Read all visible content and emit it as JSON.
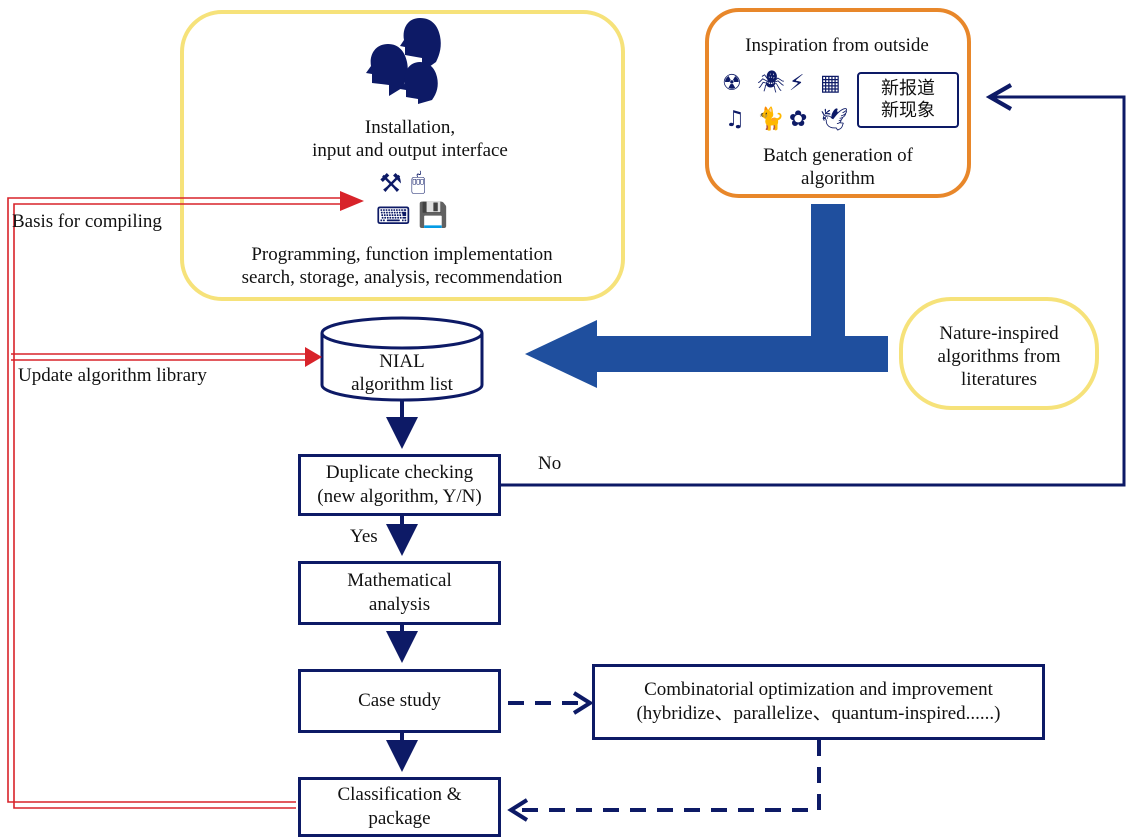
{
  "top_left_panel": {
    "install_line1": "Installation,",
    "install_line2": "input and output interface",
    "prog_line1": "Programming, function implementation",
    "prog_line2": "search, storage, analysis, recommendation"
  },
  "inspiration_panel": {
    "title": "Inspiration from outside",
    "batch_line1": "Batch generation of",
    "batch_line2": "algorithm",
    "scroll_line1": "新报道",
    "scroll_line2": "新现象",
    "icons": [
      "radiation-icon",
      "spider-icon",
      "lightning-icon",
      "grid-icon",
      "music-note-icon",
      "animal-icon",
      "flower-icon",
      "bird-icon"
    ]
  },
  "literature_panel": {
    "line1": "Nature-inspired",
    "line2": "algorithms from",
    "line3": "literatures"
  },
  "nial": {
    "line1": "NIAL",
    "line2": "algorithm list"
  },
  "duplicate": {
    "line1": "Duplicate checking",
    "line2": "(new algorithm, Y/N)"
  },
  "math": {
    "line1": "Mathematical",
    "line2": "analysis"
  },
  "case": {
    "label": "Case study"
  },
  "combo": {
    "line1": "Combinatorial optimization and improvement",
    "line2": "(hybridize、parallelize、quantum-inspired......)"
  },
  "classify": {
    "line1": "Classification &",
    "line2": "package"
  },
  "labels": {
    "basis": "Basis for compiling",
    "update": "Update algorithm library",
    "yes": "Yes",
    "no": "No"
  },
  "colors": {
    "navy": "#0d1a66",
    "thick_arrow": "#1f4f9e",
    "yellow_border": "#f6e27a",
    "orange_border": "#e8872a",
    "red": "#d8232a"
  }
}
